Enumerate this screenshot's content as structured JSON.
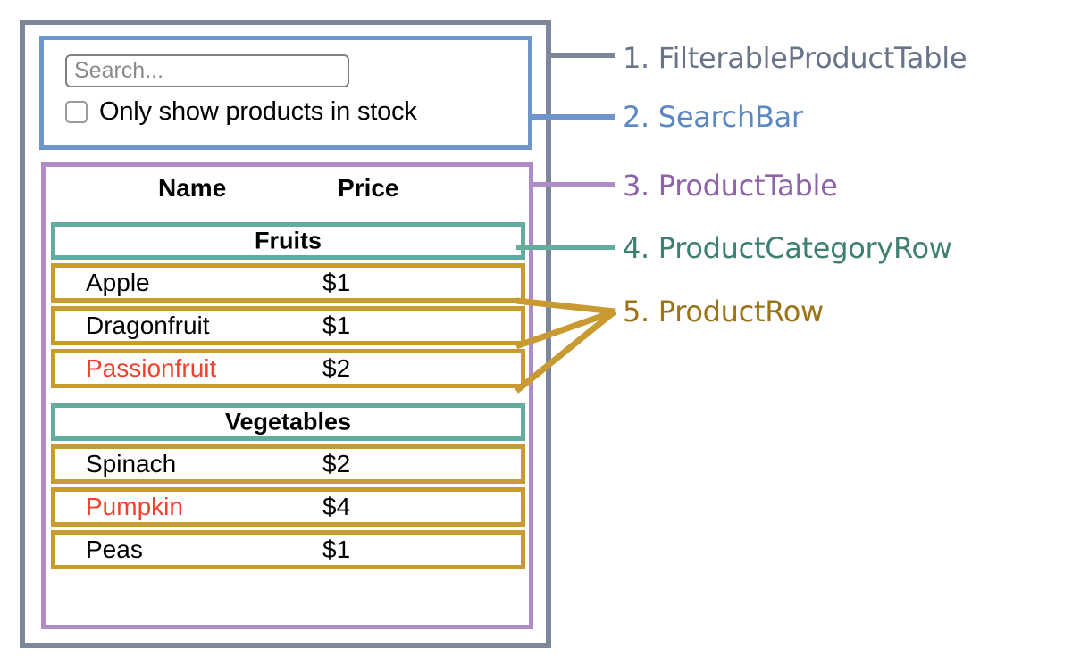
{
  "colors": {
    "outer_frame": "#7d879b",
    "search_bar": "#6d95cb",
    "product_table": "#ae8cc5",
    "category_row": "#63ac9e",
    "product_row": "#c99a31",
    "out_of_stock_text": "#f4402e"
  },
  "search": {
    "placeholder": "Search...",
    "value": "",
    "checkbox_label": "Only show products in stock",
    "checkbox_checked": false
  },
  "table": {
    "headers": {
      "name": "Name",
      "price": "Price"
    },
    "groups": [
      {
        "category": "Fruits",
        "products": [
          {
            "name": "Apple",
            "price": "$1",
            "in_stock": true
          },
          {
            "name": "Dragonfruit",
            "price": "$1",
            "in_stock": true
          },
          {
            "name": "Passionfruit",
            "price": "$2",
            "in_stock": false
          }
        ]
      },
      {
        "category": "Vegetables",
        "products": [
          {
            "name": "Spinach",
            "price": "$2",
            "in_stock": true
          },
          {
            "name": "Pumpkin",
            "price": "$4",
            "in_stock": false
          },
          {
            "name": "Peas",
            "price": "$1",
            "in_stock": true
          }
        ]
      }
    ]
  },
  "legend": [
    {
      "number": "1.",
      "name": "FilterableProductTable",
      "text": "1. FilterableProductTable",
      "color": "#69748a"
    },
    {
      "number": "2.",
      "name": "SearchBar",
      "text": "2. SearchBar",
      "color": "#5b87c2"
    },
    {
      "number": "3.",
      "name": "ProductTable",
      "text": "3. ProductTable",
      "color": "#8e63aa"
    },
    {
      "number": "4.",
      "name": "ProductCategoryRow",
      "text": "4. ProductCategoryRow",
      "color": "#3f7f72"
    },
    {
      "number": "5.",
      "name": "ProductRow",
      "text": "5. ProductRow",
      "color": "#9b7417"
    }
  ]
}
